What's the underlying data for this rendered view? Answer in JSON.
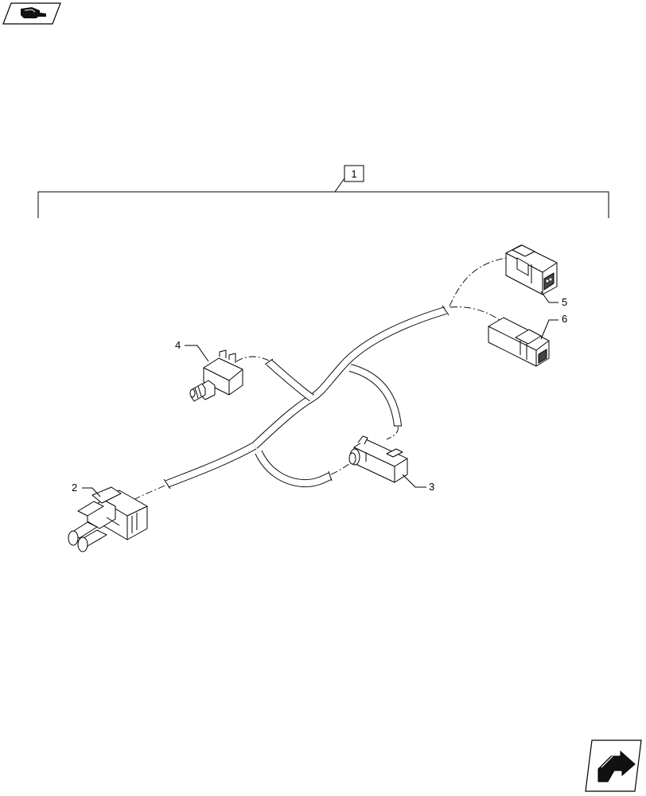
{
  "nav": {
    "top_icon": "book-hand-icon",
    "bottom_icon": "next-arrow-icon"
  },
  "callouts": {
    "assembly": "1",
    "item2": "2",
    "item3": "3",
    "item4": "4",
    "item5": "5",
    "item6": "6"
  }
}
